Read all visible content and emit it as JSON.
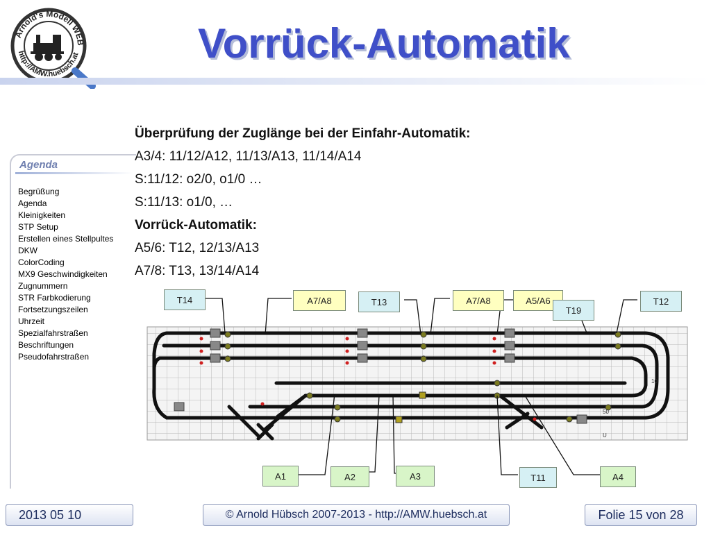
{
  "slide": {
    "title": "Vorrück-Automatik"
  },
  "logo": {
    "text_top": "Arnold's Modell WEB",
    "text_bottom": "http://AMW.huebsch.at"
  },
  "agenda": {
    "title": "Agenda",
    "items": [
      "Begrüßung",
      "Agenda",
      "Kleinigkeiten",
      "STP Setup",
      "Erstellen eines Stellpultes",
      "DKW",
      "ColorCoding",
      "MX9 Geschwindigkeiten",
      "Zugnummern",
      "STR  Farbkodierung",
      "Fortsetzungszeilen",
      "Uhrzeit",
      "Spezialfahrstraßen",
      "Beschriftungen",
      "Pseudofahrstraßen"
    ]
  },
  "content": {
    "lines": [
      "Überprüfung der Zuglänge bei der Einfahr-Automatik:",
      "A3/4: 11/12/A12, 11/13/A13, 11/14/A14",
      "S:11/12: o2/0, o1/0 …",
      "S:11/13: o1/0, …",
      "Vorrück-Automatik:",
      "A5/6: T12, 12/13/A13",
      "A7/8: T13, 13/14/A14"
    ]
  },
  "diagram_labels": {
    "t14": "T14",
    "a7a8_1": "A7/A8",
    "t13": "T13",
    "a7a8_2": "A7/A8",
    "a5a6": "A5/A6",
    "t19": "T19",
    "t12": "T12",
    "a1": "A1",
    "a2": "A2",
    "a3": "A3",
    "t11": "T11",
    "a4": "A4"
  },
  "footer": {
    "date": "2013 05 10",
    "copyright": "© Arnold Hübsch 2007-2013   -   http://AMW.huebsch.at",
    "page": "Folie 15 von  28"
  },
  "colors": {
    "title": "#3f4fc8",
    "footer_text": "#1a2a5c",
    "label_cyan": "#d6f0f4",
    "label_yellow": "#ffffc0",
    "label_green": "#d8f5c8"
  }
}
